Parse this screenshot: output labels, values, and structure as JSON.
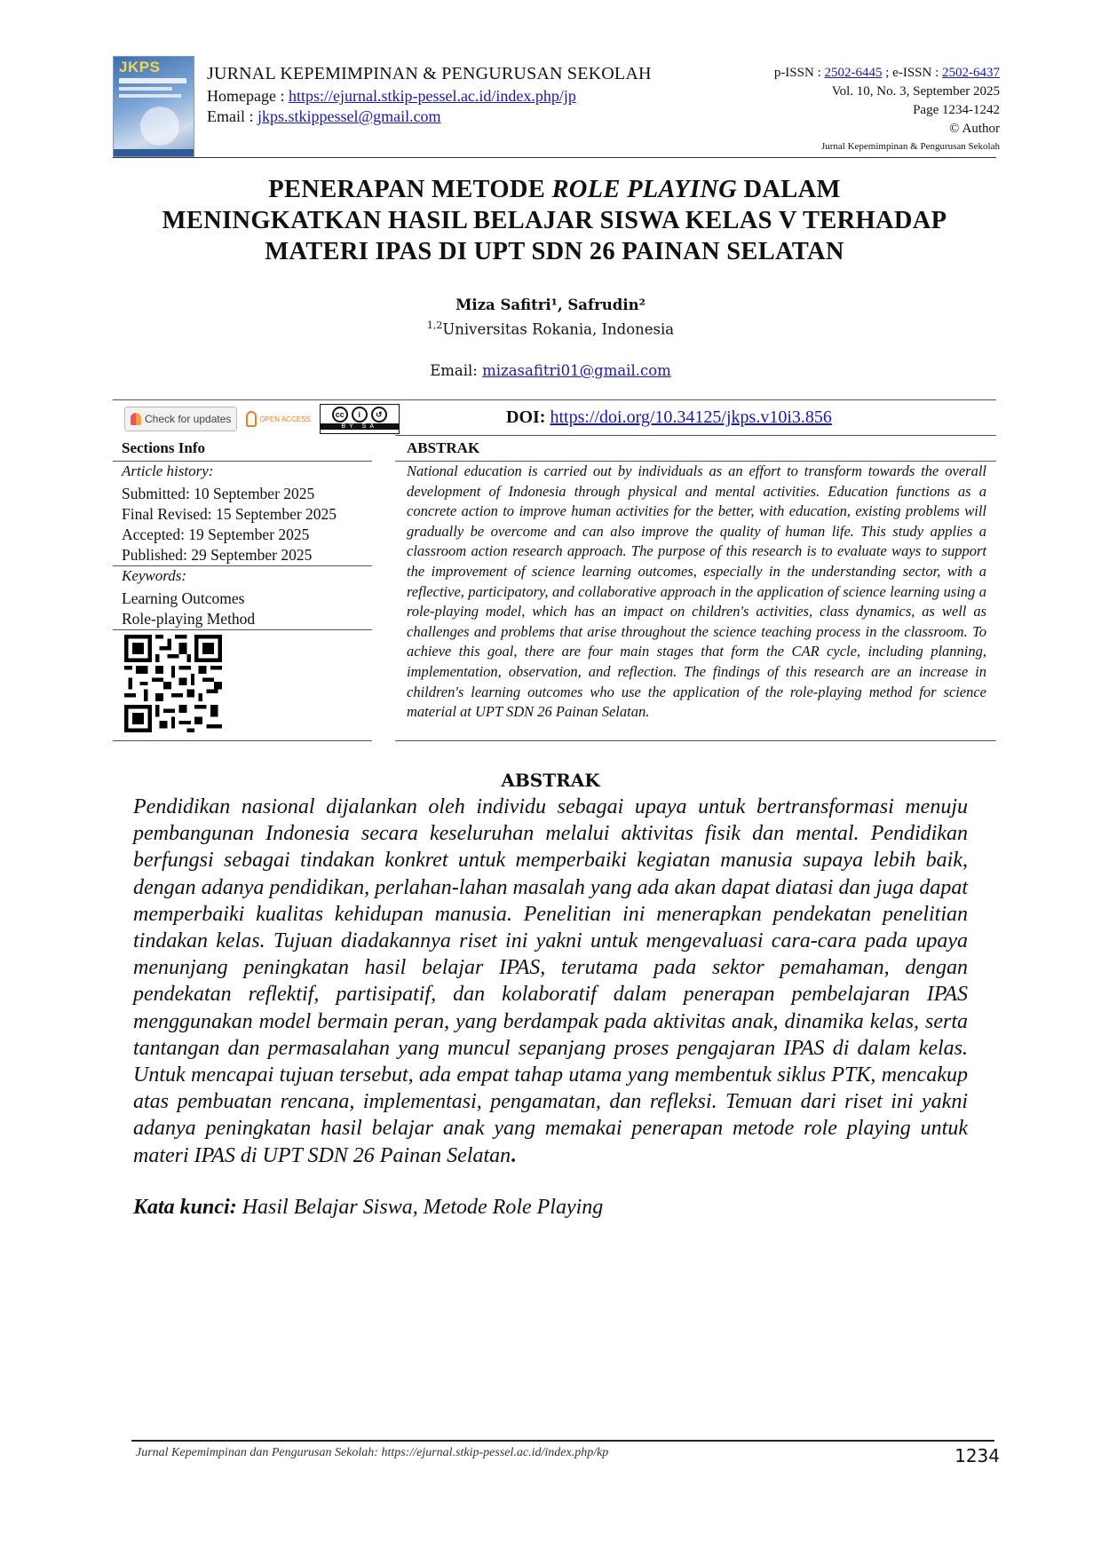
{
  "header": {
    "cover_text": "JKPS",
    "journal_name": "JURNAL KEPEMIMPINAN & PENGURUSAN SEKOLAH",
    "homepage_label": "Homepage : ",
    "homepage_url": "https://ejurnal.stkip-pessel.ac.id/index.php/jp",
    "email_label": "Email : ",
    "email": "jkps.stkippessel@gmail.com",
    "pissn_label": "p-ISSN : ",
    "pissn": "2502-6445",
    "eissn_label": " ; e-ISSN : ",
    "eissn": "2502-6437",
    "volume": "Vol. 10, No. 3, September 2025",
    "pages": "Page 1234-1242",
    "copyright": "© Author",
    "journal_small": "Jurnal Kepemimpinan & Pengurusan Sekolah"
  },
  "paper": {
    "title_part1": "PENERAPAN METODE ",
    "title_italic": "ROLE PLAYING",
    "title_part2": " DALAM",
    "title_line2": "MENINGKATKAN HASIL BELAJAR SISWA KELAS V TERHADAP",
    "title_line3": "MATERI IPAS DI UPT SDN 26 PAINAN SELATAN",
    "authors": "Miza Safitri¹, Safrudin²",
    "affiliation_sup": "1,2",
    "affiliation": "Universitas Rokania, Indonesia",
    "email_label": "Email: ",
    "email": "mizasafitri01@gmail.com"
  },
  "badges": {
    "check_updates": "Check for updates",
    "open_access": "OPEN ACCESS",
    "cc_label": "BY SA"
  },
  "doi": {
    "label": "DOI: ",
    "url": "https://doi.org/10.34125/jkps.v10i3.856"
  },
  "sections_info": {
    "heading": "Sections Info",
    "history_heading": "Article history:",
    "history": [
      "Submitted: 10 September 2025",
      "Final Revised: 15 September 2025",
      "Accepted: 19 September 2025",
      "Published: 29 September 2025"
    ],
    "keywords_heading": "Keywords:",
    "keywords": [
      "Learning Outcomes",
      "Role-playing Method"
    ]
  },
  "abstract_en": {
    "heading": "ABSTRAK",
    "text": "National education is carried out by individuals as an effort to transform towards the overall development of Indonesia through physical and mental activities. Education functions as a concrete action to improve human activities for the better, with education, existing problems will gradually be overcome and can also improve the quality of human life. This study applies a classroom action research approach. The purpose of this research is to evaluate ways to support the improvement of science learning outcomes, especially in the understanding sector, with a reflective, participatory, and collaborative approach in the application of science learning using a role-playing model, which has an impact on children's activities, class dynamics, as well as challenges and problems that arise throughout the science teaching process in the classroom. To achieve this goal, there are four main stages that form the CAR cycle, including planning, implementation, observation, and reflection. The findings of this research are an increase in children's learning outcomes who use the application of the role-playing method for science material at UPT SDN 26 Painan Selatan."
  },
  "abstract_id": {
    "heading": "ABSTRAK",
    "text": "Pendidikan nasional dijalankan oleh individu sebagai upaya untuk bertransformasi menuju pembangunan Indonesia secara keseluruhan melalui aktivitas fisik dan mental. Pendidikan berfungsi sebagai tindakan konkret untuk memperbaiki kegiatan manusia supaya lebih baik, dengan adanya pendidikan, perlahan-lahan masalah yang ada akan dapat diatasi dan juga dapat memperbaiki kualitas kehidupan manusia. Penelitian ini menerapkan pendekatan penelitian tindakan kelas. Tujuan diadakannya riset ini yakni untuk mengevaluasi cara-cara pada upaya menunjang peningkatan hasil belajar IPAS, terutama pada sektor pemahaman, dengan pendekatan reflektif, partisipatif, dan kolaboratif dalam penerapan pembelajaran IPAS menggunakan model bermain peran, yang berdampak pada aktivitas anak, dinamika kelas, serta tantangan dan permasalahan yang muncul sepanjang proses pengajaran IPAS di dalam kelas. Untuk mencapai tujuan tersebut, ada empat tahap utama yang membentuk siklus PTK, mencakup atas pembuatan rencana, implementasi, pengamatan, dan refleksi. Temuan dari riset ini yakni adanya peningkatan hasil belajar anak yang memakai penerapan metode role playing untuk materi IPAS di UPT SDN 26 Painan Selatan",
    "end_mark": ".",
    "keywords_label": "Kata kunci:",
    "keywords": " Hasil Belajar Siswa, Metode Role Playing"
  },
  "footer": {
    "text": "Jurnal Kepemimpinan dan Pengurusan Sekolah: https://ejurnal.stkip-pessel.ac.id/index.php/kp",
    "page_number": "1234"
  }
}
